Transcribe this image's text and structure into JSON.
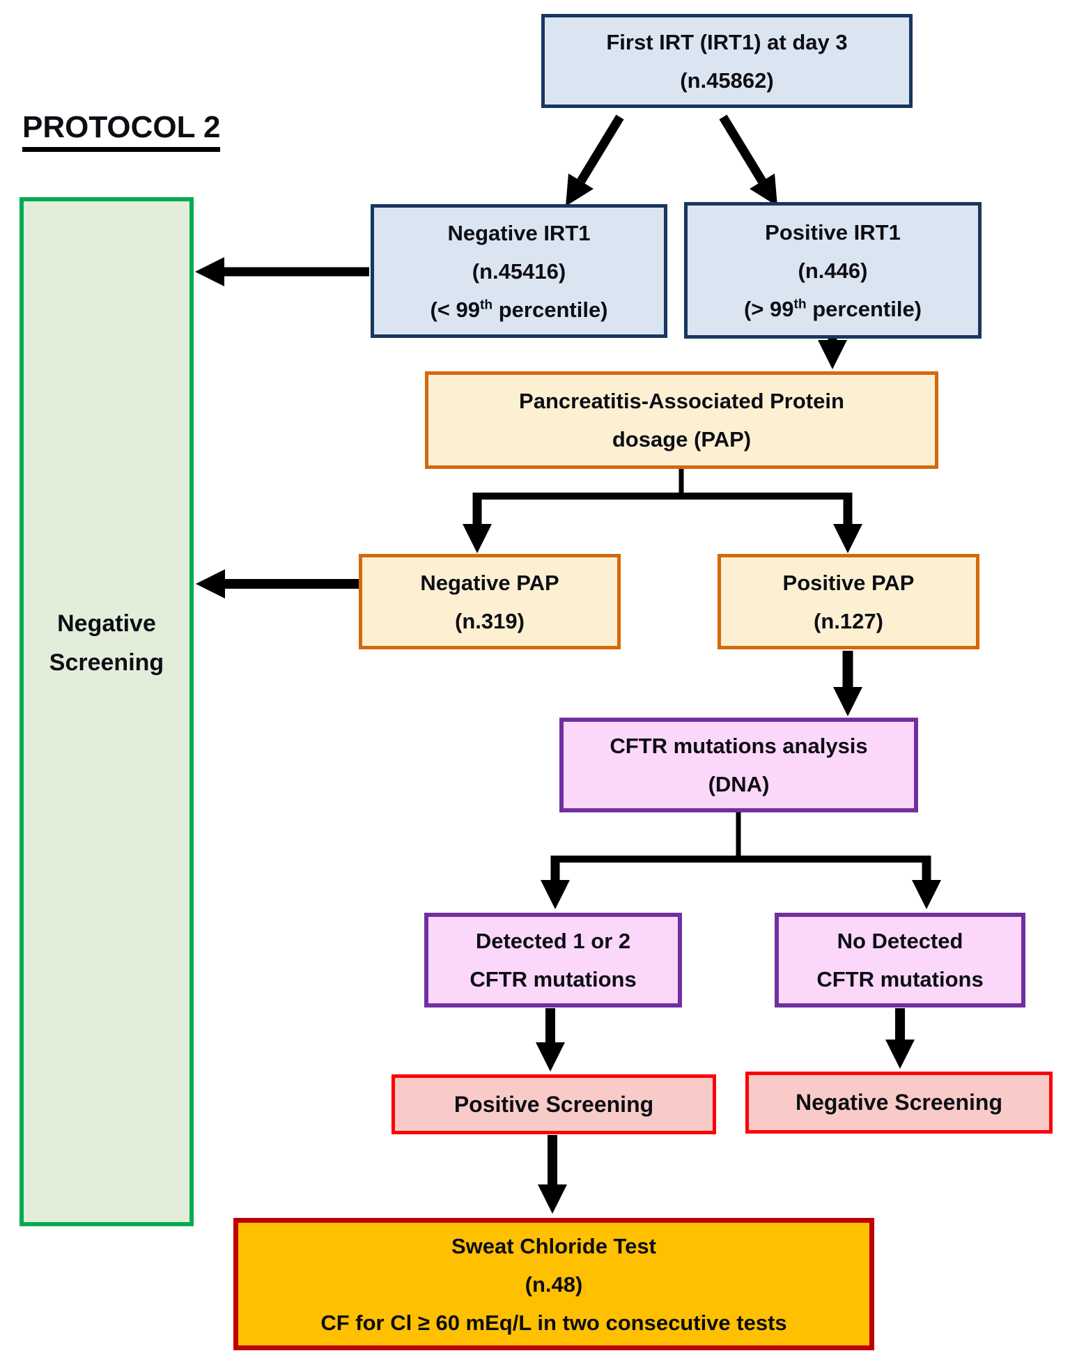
{
  "title": "PROTOCOL 2",
  "colors": {
    "blue_fill": "#dbe5f1",
    "blue_border": "#17375e",
    "cream_fill": "#fdf0d2",
    "orange_border": "#d4690b",
    "pink_fill": "#fbd7fa",
    "purple_border": "#7030a0",
    "salmon_fill": "#f8cbc8",
    "red_border": "#fb0207",
    "amber_fill": "#ffc000",
    "dark_red_border": "#c00000",
    "green_fill": "#e2eeda",
    "green_border": "#00ab50",
    "arrow": "#000000"
  },
  "nodes": {
    "first_irt": {
      "line1": "First IRT (IRT1) at day 3",
      "line2": "(n.45862)"
    },
    "negative_irt1": {
      "line1": "Negative IRT1",
      "line2": "(n.45416)",
      "line3_prefix": "(< 99",
      "line3_sup": "th",
      "line3_suffix": " percentile)"
    },
    "positive_irt1": {
      "line1": "Positive IRT1",
      "line2": "(n.446)",
      "line3_prefix": "(> 99",
      "line3_sup": "th",
      "line3_suffix": " percentile)"
    },
    "pap": {
      "line1": "Pancreatitis-Associated Protein",
      "line2": "dosage  (PAP)"
    },
    "negative_pap": {
      "line1": "Negative PAP",
      "line2": "(n.319)"
    },
    "positive_pap": {
      "line1": "Positive PAP",
      "line2": "(n.127)"
    },
    "cftr": {
      "line1": "CFTR mutations analysis",
      "line2": "(DNA)"
    },
    "detected": {
      "line1": "Detected 1 or 2",
      "line2": "CFTR mutations"
    },
    "no_detected": {
      "line1": "No Detected",
      "line2": "CFTR mutations"
    },
    "positive_screening": {
      "label": "Positive Screening"
    },
    "negative_screening_result": {
      "label": "Negative Screening"
    },
    "sweat": {
      "line1": "Sweat Chloride Test",
      "line2": "(n.48)",
      "line3": "CF for Cl ≥ 60 mEq/L in two consecutive tests"
    },
    "negative_screening_panel": {
      "line1": "Negative",
      "line2": "Screening"
    }
  }
}
